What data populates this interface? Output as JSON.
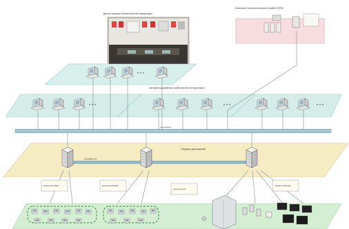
{
  "labels": {
    "control_room": "Диспетчерская бесконтактной коммутации",
    "pri_room": "Комплекс технологической службы (ПРИ)",
    "dcs_workstations": "Автоматизированные рабочие места персонала",
    "main_bus": "Сеть Ethernet",
    "servers_ring": "Сервера приложений",
    "ring_bus": "Кольцевая сеть",
    "unit_a": "Контроллер СМКА",
    "unit_b": "Контроллер МАРКА",
    "unit_c": "Контроллер РС",
    "unit_d": "Станция оператора"
  }
}
